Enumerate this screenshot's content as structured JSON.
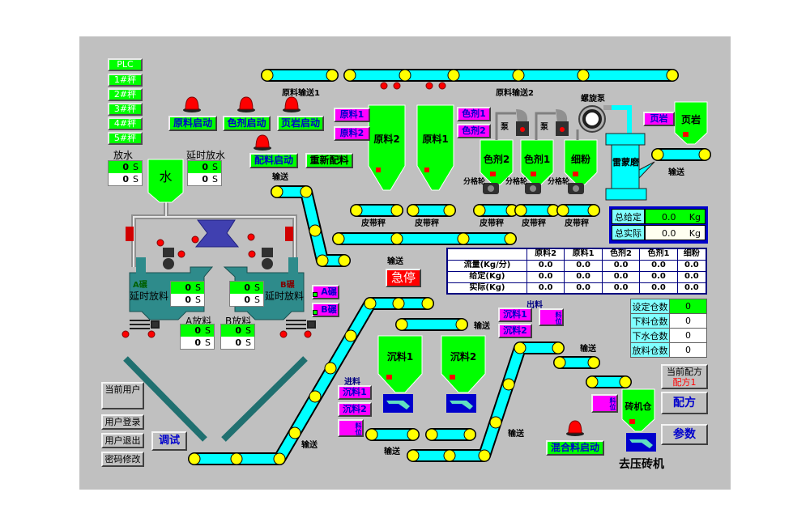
{
  "colors": {
    "panel": "#c0c0c0",
    "run_button": "#00ff00",
    "select_button": "#ff00ff",
    "conveyor": "#00ffff",
    "roller": "#ffff00",
    "tank": "#2e8b8b",
    "alarm": "#ff0000"
  },
  "plc_status": [
    "PLC",
    "1#秤",
    "2#秤",
    "3#秤",
    "4#秤",
    "5#秤"
  ],
  "water": {
    "label": "放水",
    "set": "0",
    "actual": "0",
    "unit": "S",
    "delay_label": "延时放水",
    "delay_set": "0",
    "delay_actual": "0",
    "tank_label": "水"
  },
  "start_buttons": {
    "raw": "原料启动",
    "colorant": "色剂启动",
    "shale": "页岩启动",
    "batch": "配料启动",
    "rebatch": "重新配料",
    "mix": "混合料启动"
  },
  "select": {
    "raw1": "原料1",
    "raw2": "原料2",
    "col1": "色剂1",
    "col2": "色剂2",
    "shale": "页岩",
    "a_mill": "A碾",
    "b_mill": "B碾",
    "in_s1": "沉料1",
    "in_s2": "沉料2",
    "in_level": "料位",
    "out_s1": "沉料1",
    "out_s2": "沉料2",
    "out_level": "料位",
    "brick_level": "料位"
  },
  "labels": {
    "conv1": "原料输送1",
    "conv2": "原料输送2",
    "convey": "输送",
    "belt_scale": "皮带秤",
    "screw_pump": "螺旋泵",
    "pump": "泵",
    "rotary": "分格轮",
    "raymond": "雷蒙磨",
    "in_label": "进料",
    "out_label": "出料",
    "to_press": "去压砖机",
    "a_discharge": "A放料",
    "b_discharge": "B放料",
    "delay_discharge": "延时放料"
  },
  "hoppers": {
    "raw2": "原料2",
    "raw1": "原料1",
    "col2": "色剂2",
    "col1": "色剂1",
    "fine": "细粉",
    "shale": "页岩",
    "sink1": "沉料1",
    "sink2": "沉料2",
    "brick_bin": "砖机仓"
  },
  "mills": {
    "a": {
      "name": "A碾",
      "set": "0",
      "actual": "0"
    },
    "b": {
      "name": "B碾",
      "set": "0",
      "actual": "0"
    },
    "a_discharge": {
      "set": "0",
      "actual": "0"
    },
    "b_discharge": {
      "set": "0",
      "actual": "0"
    },
    "unit": "S"
  },
  "estop": "急停",
  "totals": {
    "set_label": "总给定",
    "set_value": "0.0",
    "actual_label": "总实际",
    "actual_value": "0.0",
    "unit": "Kg"
  },
  "table": {
    "headers": [
      "",
      "原料2",
      "原料1",
      "色剂2",
      "色剂1",
      "细粉"
    ],
    "rows": [
      [
        "流量(Kg/分)",
        "0.0",
        "0.0",
        "0.0",
        "0.0",
        "0.0"
      ],
      [
        "给定(Kg)",
        "0.0",
        "0.0",
        "0.0",
        "0.0",
        "0.0"
      ],
      [
        "实际(Kg)",
        "0.0",
        "0.0",
        "0.0",
        "0.0",
        "0.0"
      ]
    ]
  },
  "bins": [
    [
      "设定仓数",
      "0"
    ],
    [
      "下料仓数",
      "0"
    ],
    [
      "下水仓数",
      "0"
    ],
    [
      "放料仓数",
      "0"
    ]
  ],
  "recipe": {
    "label": "当前配方",
    "value": "配方1",
    "button": "配方",
    "params": "参数"
  },
  "user": {
    "current": "当前用户",
    "login": "用户登录",
    "logout": "用户退出",
    "change_pw": "密码修改",
    "debug": "调试"
  }
}
